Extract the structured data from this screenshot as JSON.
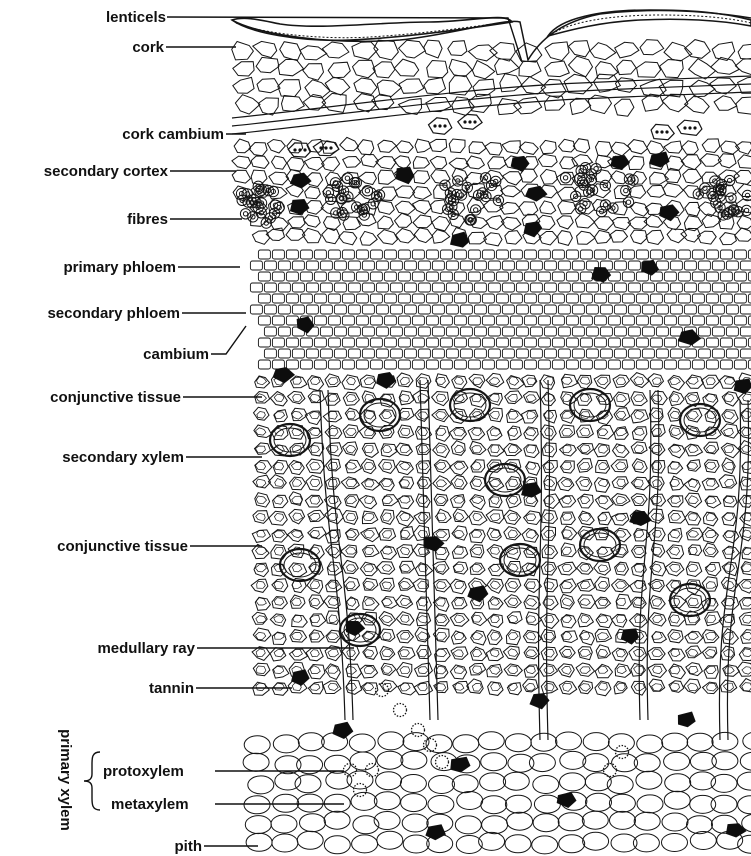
{
  "labels": {
    "lenticels": "lenticels",
    "cork": "cork",
    "cork_cambium": "cork cambium",
    "secondary_cortex": "secondary cortex",
    "fibres": "fibres",
    "primary_phloem": "primary phloem",
    "secondary_phloem": "secondary phloem",
    "cambium": "cambium",
    "conjunctive_tissue_upper": "conjunctive tissue",
    "secondary_xylem": "secondary xylem",
    "conjunctive_tissue_lower": "conjunctive tissue",
    "medullary_ray": "medullary ray",
    "tannin": "tannin",
    "primary_xylem_group": "primary xylem",
    "protoxylem": "protoxylem",
    "metaxylem": "metaxylem",
    "pith": "pith"
  },
  "colors": {
    "ink": "#111111",
    "paper": "#ffffff",
    "tannin_fill": "#0d0d0d"
  }
}
